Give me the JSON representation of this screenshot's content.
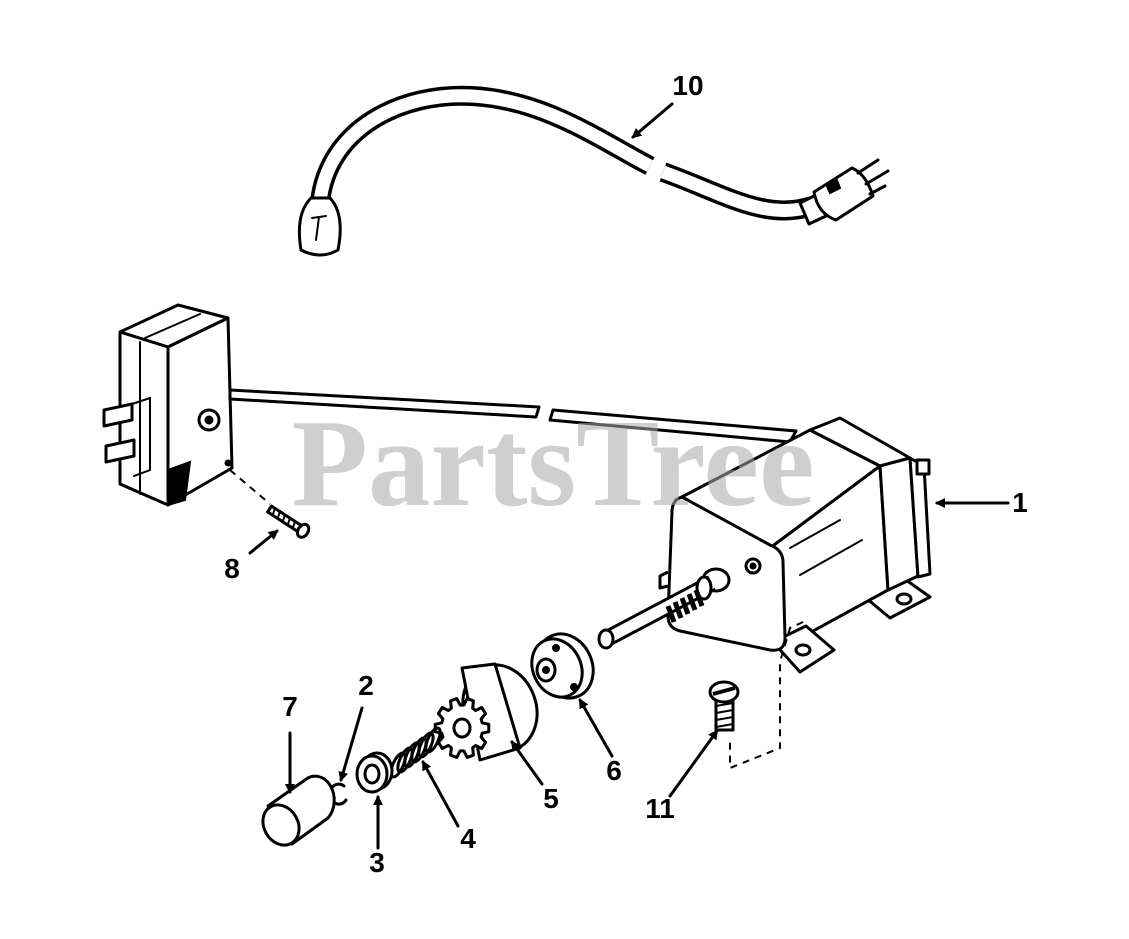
{
  "diagram": {
    "watermark": "PartsTree",
    "callouts": [
      "1",
      "2",
      "3",
      "4",
      "5",
      "6",
      "7",
      "8",
      "10",
      "11"
    ]
  }
}
